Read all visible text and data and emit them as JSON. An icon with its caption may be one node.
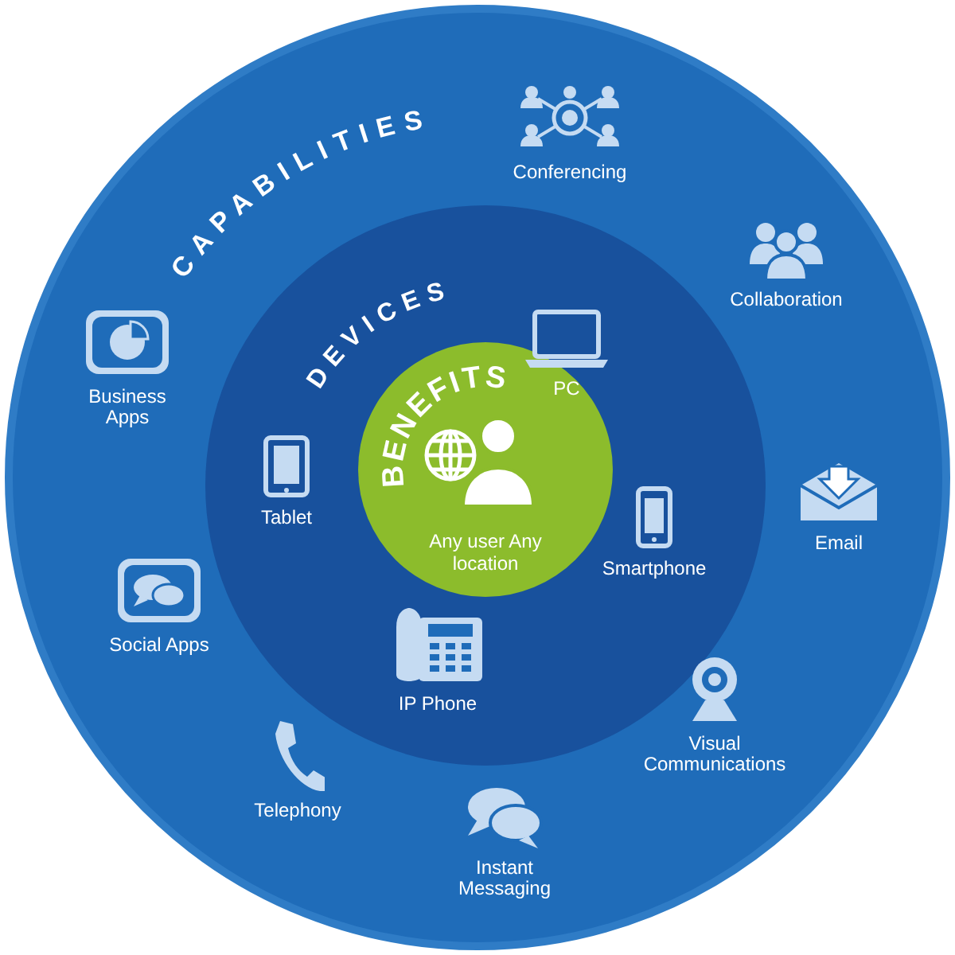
{
  "diagram": {
    "nodes": [
      {
        "text": [
          "CAPABILITIES"
        ]
      },
      {
        "text": [
          "DEVICES"
        ],
        "in": 0
      },
      {
        "text": [
          "BENEFITS",
          "Any user Any location"
        ],
        "in": 1
      }
    ],
    "labels": [
      "Conferencing",
      "Collaboration",
      "Business Apps",
      "PC",
      "Tablet",
      "Email",
      "Smartphone",
      "Social Apps",
      "IP Phone",
      "Visual Communications",
      "Telephony",
      "Instant Messaging"
    ]
  }
}
